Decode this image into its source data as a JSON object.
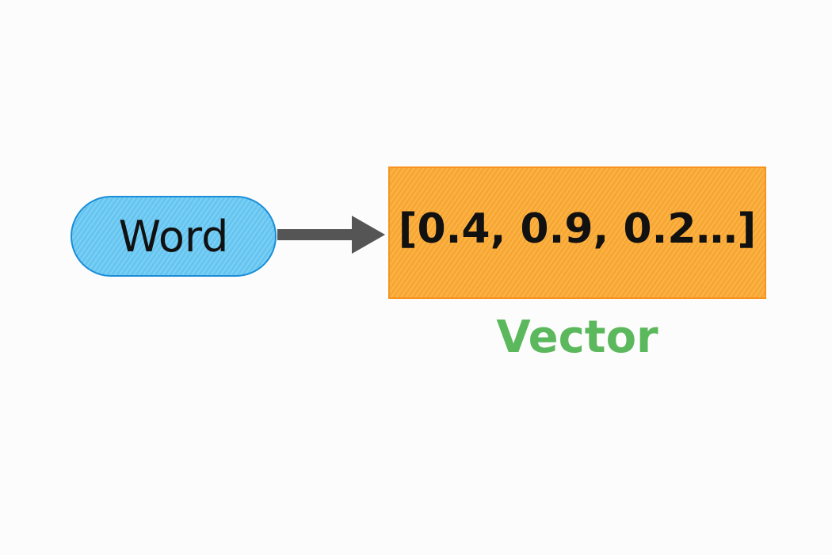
{
  "diagram": {
    "input_node": {
      "label": "Word",
      "fill": "#6ccbf4",
      "stroke": "#1a8ed6"
    },
    "connector": {
      "kind": "arrow",
      "color": "#555555"
    },
    "output_node": {
      "label": "[0.4, 0.9, 0.2…]",
      "fill": "#fbab35",
      "stroke": "#f7931e"
    },
    "output_caption": {
      "label": "Vector",
      "color": "#5cb85c"
    }
  }
}
